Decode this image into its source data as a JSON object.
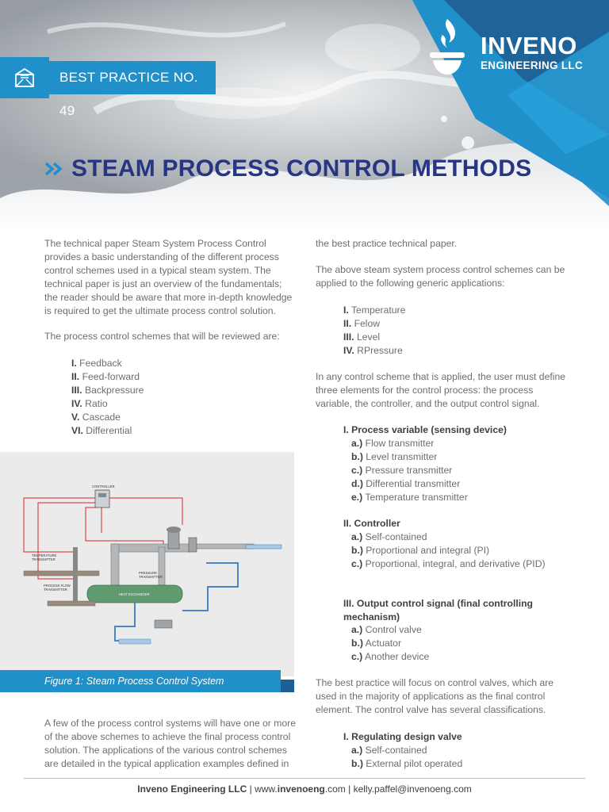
{
  "header": {
    "best_practice": "BEST PRACTICE NO. 49",
    "logo_name": "INVENO",
    "logo_sub": "ENGINEERING LLC",
    "title": "STEAM PROCESS CONTROL METHODS",
    "title_marker": "»"
  },
  "left": {
    "intro": "The technical paper Steam System Process Control provides a basic understanding of the different process control schemes used in a typical steam system. The technical paper is just an overview of the fundamentals; the reader should be aware that more in-depth knowledge is required to get the ultimate process control solution.",
    "schemes_intro": "The process control schemes that will be reviewed are:",
    "schemes": [
      {
        "num": "I.",
        "text": "Feedback"
      },
      {
        "num": "II.",
        "text": "Feed-forward"
      },
      {
        "num": "III.",
        "text": "Backpressure"
      },
      {
        "num": "IV.",
        "text": "Ratio"
      },
      {
        "num": "V.",
        "text": "Cascade"
      },
      {
        "num": "VI.",
        "text": "Differential"
      }
    ],
    "figure_labels": {
      "controller": "CONTROLLER",
      "pressure": "PRESSURE\nTRANSMITTER",
      "temperature": "TEMPERATURE\nTRANSMITTER",
      "flow": "PROCESS FLOW\nTRANSMITTER",
      "hx": "HEAT EXCHANGER"
    },
    "figure_caption": "Figure 1: Steam Process Control System",
    "closing": "A few of the process control systems will have one or more of the above schemes to achieve the final process control solution. The applications of the various control schemes are detailed in the typical application examples defined in"
  },
  "right": {
    "cont": "the best practice technical paper.",
    "apps_intro": "The above steam system process control schemes can be applied to the following generic applications:",
    "apps": [
      {
        "num": "I.",
        "text": "Temperature"
      },
      {
        "num": "II.",
        "text": "Felow"
      },
      {
        "num": "III.",
        "text": "Level"
      },
      {
        "num": "IV.",
        "text": "RPressure"
      }
    ],
    "elements_intro": "In any control scheme that is applied, the user must define three elements for the control process: the process variable, the controller, and the output control signal.",
    "pv_head": "I. Process variable (sensing device)",
    "pv_items": [
      {
        "k": "a.)",
        "t": "Flow transmitter"
      },
      {
        "k": "b.)",
        "t": "Level transmitter"
      },
      {
        "k": "c.)",
        "t": "Pressure transmitter"
      },
      {
        "k": "d.)",
        "t": "Differential transmitter"
      },
      {
        "k": "e.)",
        "t": "Temperature transmitter"
      }
    ],
    "ctrl_head": "II. Controller",
    "ctrl_items": [
      {
        "k": "a.)",
        "t": "Self-contained"
      },
      {
        "k": "b.)",
        "t": "Proportional and integral (PI)"
      },
      {
        "k": "c.)",
        "t": "Proportional, integral, and derivative (PID)"
      }
    ],
    "out_head": "III. Output control signal (final controlling mechanism)",
    "out_items": [
      {
        "k": "a.)",
        "t": "Control valve"
      },
      {
        "k": "b.)",
        "t": "Actuator"
      },
      {
        "k": "c.)",
        "t": "Another device"
      }
    ],
    "focus": "The best practice will focus on control valves, which are used in the majority of applications as the final control element. The control valve has several classifications.",
    "reg_head": "I. Regulating design valve",
    "reg_items": [
      {
        "k": "a.)",
        "t": "Self-contained"
      },
      {
        "k": "b.)",
        "t": "External pilot operated"
      }
    ]
  },
  "footer": {
    "company": "Inveno Engineering LLC",
    "sep": "|",
    "web_prefix": "www.",
    "web_domain": "invenoeng",
    "web_suffix": ".com",
    "email": "kelly.paffel@invenoeng.com"
  },
  "colors": {
    "brand_blue": "#1f90c9",
    "title_navy": "#283583",
    "body_gray": "#6d6e71"
  }
}
